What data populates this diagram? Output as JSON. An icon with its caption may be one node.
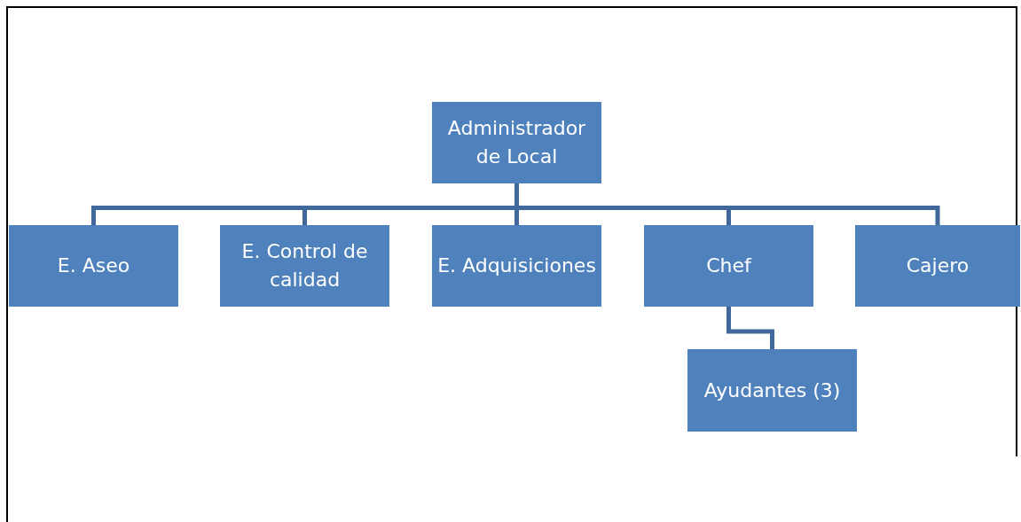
{
  "diagram": {
    "nodes": [
      {
        "text": [
          "Administrador de Local"
        ]
      },
      {
        "text": [
          "E. Aseo"
        ]
      },
      {
        "text": [
          "E. Control de calidad"
        ]
      },
      {
        "text": [
          "E. Adquisiciones"
        ]
      },
      {
        "text": [
          "Chef"
        ]
      },
      {
        "text": [
          "Cajero"
        ]
      },
      {
        "text": [
          "Ayudantes (3)"
        ]
      }
    ],
    "edges": [
      {
        "from": 0,
        "to": 1,
        "arrow": "none"
      },
      {
        "from": 0,
        "to": 2,
        "arrow": "none"
      },
      {
        "from": 0,
        "to": 3,
        "arrow": "none"
      },
      {
        "from": 0,
        "to": 4,
        "arrow": "none"
      },
      {
        "from": 0,
        "to": 5,
        "arrow": "none"
      },
      {
        "from": 4,
        "to": 6,
        "arrow": "none"
      }
    ]
  }
}
